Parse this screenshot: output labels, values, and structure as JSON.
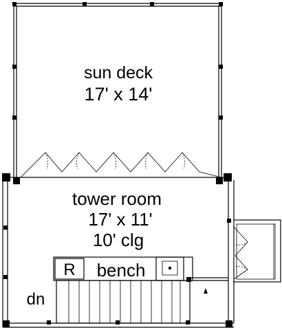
{
  "sun_deck": {
    "name": "sun deck",
    "size": "17' x 14'"
  },
  "tower_room": {
    "name": "tower room",
    "size": "17' x 11'",
    "ceiling": "10' clg"
  },
  "fixtures": {
    "refrigerator": "R",
    "bench": "bench"
  },
  "stair": {
    "direction": "dn"
  }
}
